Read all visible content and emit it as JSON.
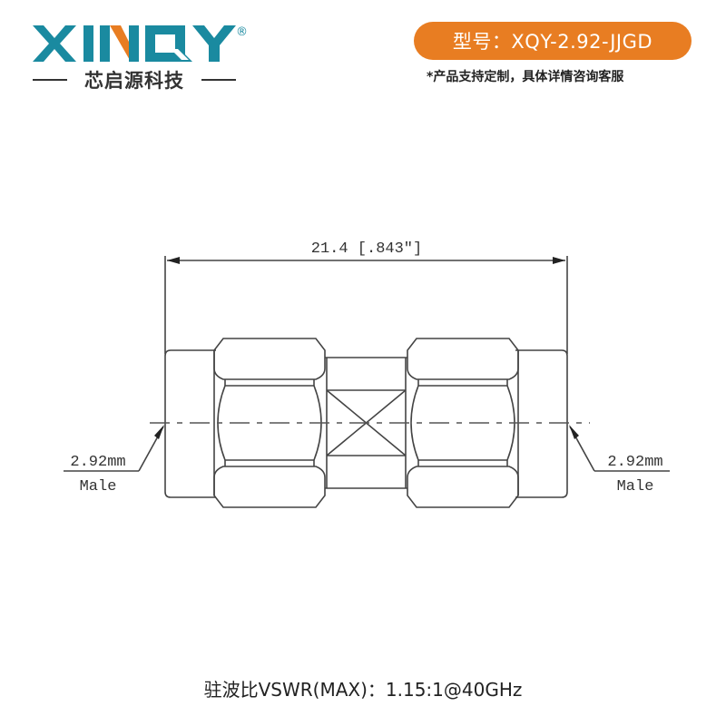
{
  "brand": {
    "logo_text": "XINQY",
    "registered_mark": "®",
    "company_name_cn": "芯启源科技",
    "colors": {
      "primary": "#1a8aa0",
      "accent": "#e87d22",
      "text": "#333333"
    }
  },
  "header": {
    "model_label": "型号：XQY-2.92-JJGD",
    "custom_note": "*产品支持定制，具体详情咨询客服"
  },
  "drawing": {
    "overall_length": "21.4 [.843″]",
    "left_port": {
      "size": "2.92mm",
      "gender": "Male"
    },
    "right_port": {
      "size": "2.92mm",
      "gender": "Male"
    }
  },
  "footer": {
    "spec": "驻波比VSWR(MAX)：1.15:1@40GHz"
  }
}
